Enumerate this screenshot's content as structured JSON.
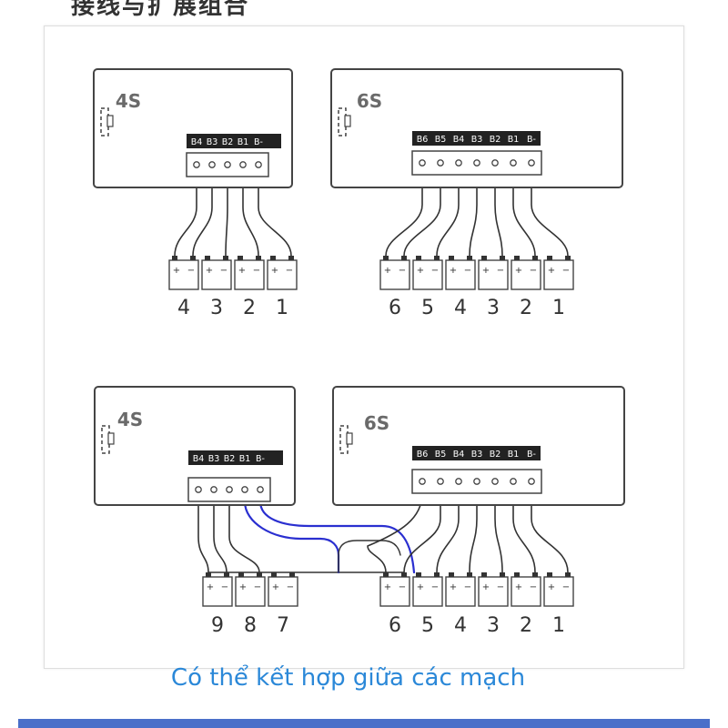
{
  "header": {
    "title": "接线与扩展组合"
  },
  "diagrams": {
    "top_left": {
      "label": "4S",
      "pins": [
        "B4",
        "B3",
        "B2",
        "B1",
        "B-"
      ],
      "cells": [
        "4",
        "3",
        "2",
        "1"
      ]
    },
    "top_right": {
      "label": "6S",
      "pins": [
        "B6",
        "B5",
        "B4",
        "B3",
        "B2",
        "B1",
        "B-"
      ],
      "cells": [
        "6",
        "5",
        "4",
        "3",
        "2",
        "1"
      ]
    },
    "bottom_left": {
      "label": "4S",
      "pins": [
        "B4",
        "B3",
        "B2",
        "B1",
        "B-"
      ],
      "cells": [
        "9",
        "8",
        "7"
      ]
    },
    "bottom_right": {
      "label": "6S",
      "pins": [
        "B6",
        "B5",
        "B4",
        "B3",
        "B2",
        "B1",
        "B-"
      ],
      "cells": [
        "6",
        "5",
        "4",
        "3",
        "2",
        "1"
      ]
    }
  },
  "cell_terminals": {
    "plus": "+",
    "minus": "−"
  },
  "caption": "Có thể kết hợp giữa các mạch",
  "colors": {
    "caption": "#2b88d8",
    "blue_wire": "#2a2fd0",
    "wire": "#333333",
    "accent_bar": "#4a6fc9"
  }
}
